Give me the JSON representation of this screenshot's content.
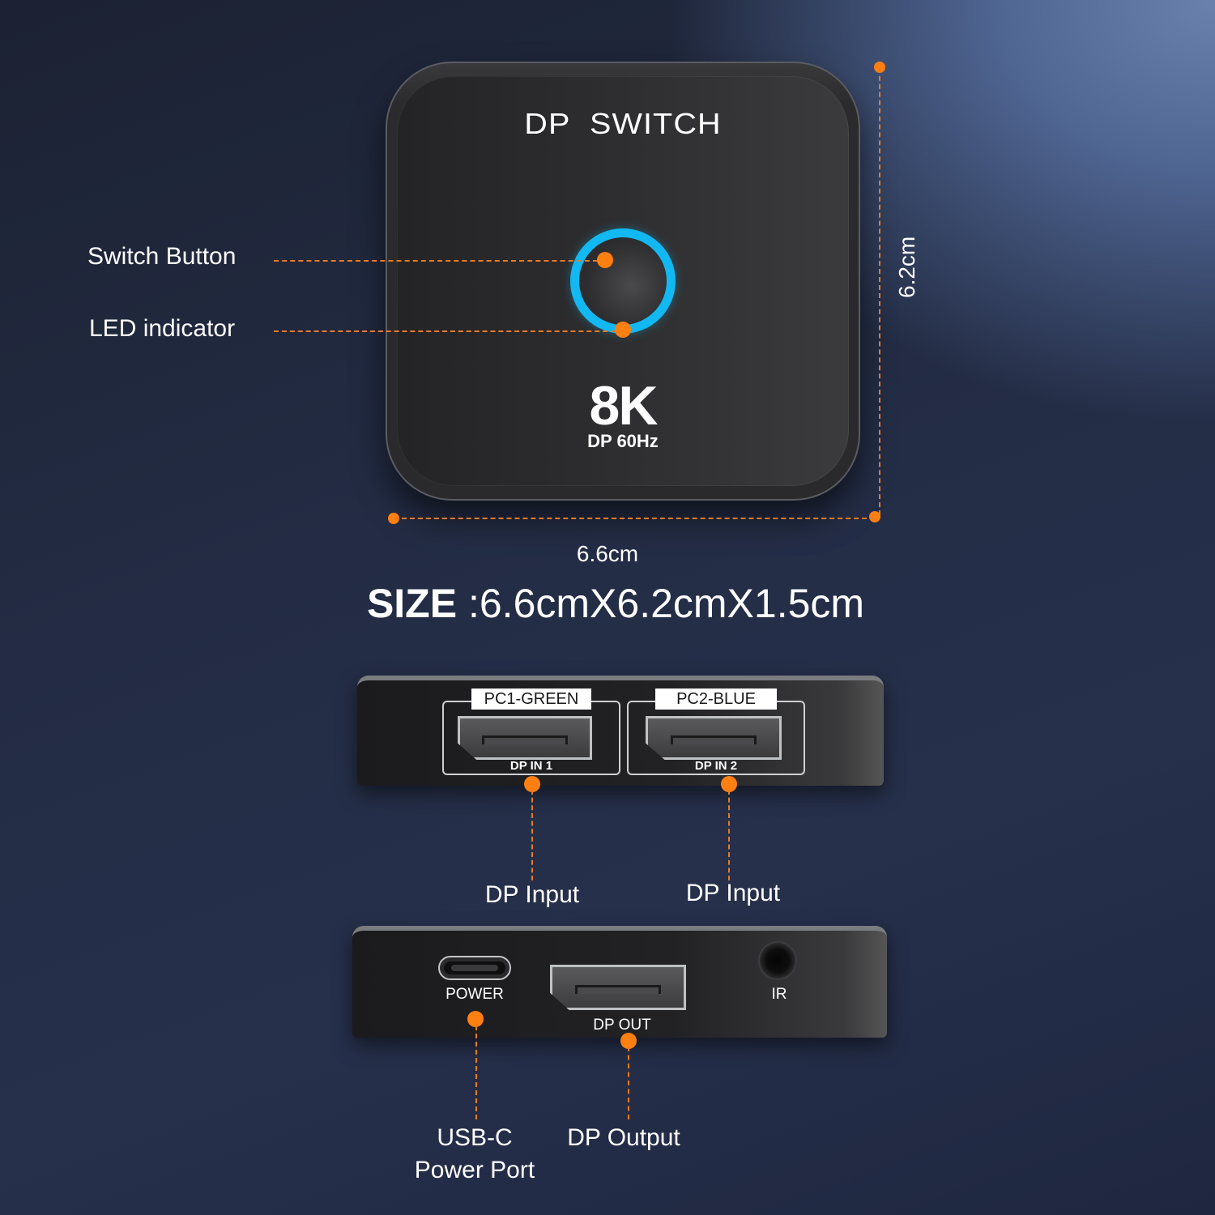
{
  "device": {
    "title": "DP  SWITCH",
    "resolution": "8K",
    "subtitle": "DP 60Hz",
    "led_color": "#12b8f2"
  },
  "callouts": {
    "switch_button": "Switch Button",
    "led_indicator": "LED indicator",
    "dp_input_1": "DP Input",
    "dp_input_2": "DP Input",
    "usbc_line1": "USB-C",
    "usbc_line2": "Power Port",
    "dp_output": "DP Output"
  },
  "dimensions": {
    "width": "6.6cm",
    "height": "6.2cm",
    "size_label": "SIZE",
    "size_value": ":6.6cmX6.2cmX1.5cm"
  },
  "input_side": {
    "ports": [
      {
        "tag": "PC1-GREEN",
        "caption": "DP IN 1"
      },
      {
        "tag": "PC2-BLUE",
        "caption": "DP IN 2"
      }
    ]
  },
  "output_side": {
    "power_label": "POWER",
    "dp_out_label": "DP OUT",
    "ir_label": "IR"
  },
  "colors": {
    "accent_orange": "#ff7f11",
    "led_blue": "#12b8f2",
    "background": "#232c44"
  }
}
